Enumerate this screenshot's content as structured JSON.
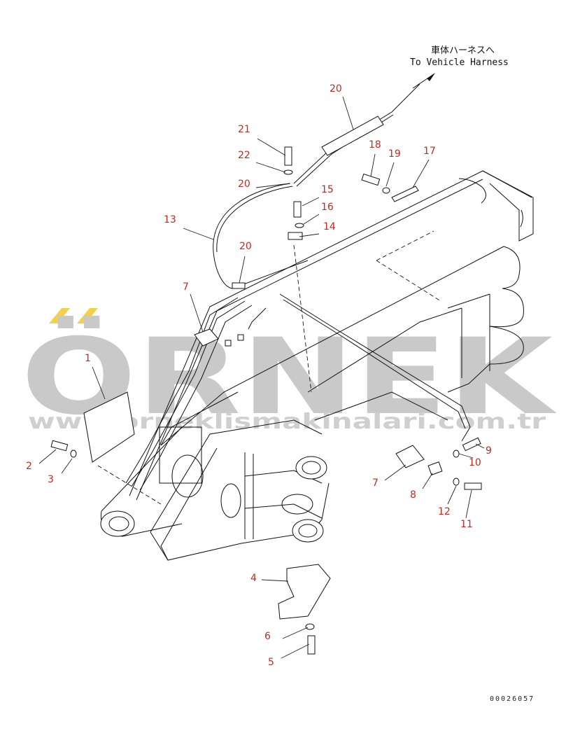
{
  "header": {
    "japanese": "車体ハーネスへ",
    "english": "To Vehicle Harness"
  },
  "watermark": {
    "brand": "ÖRNEK",
    "site": "www.orneklismakinalari.com.tr"
  },
  "callouts": [
    "20",
    "21",
    "22",
    "20",
    "18",
    "19",
    "17",
    "15",
    "16",
    "14",
    "13",
    "20",
    "7",
    "1",
    "2",
    "3",
    "7",
    "8",
    "9",
    "10",
    "12",
    "11",
    "4",
    "6",
    "5"
  ],
  "drawing_code": "00026057",
  "colors": {
    "label": "#c8281e",
    "line": "#111111",
    "watermark": "#c9c9c9",
    "watermark_accent": "#f2d24a"
  }
}
